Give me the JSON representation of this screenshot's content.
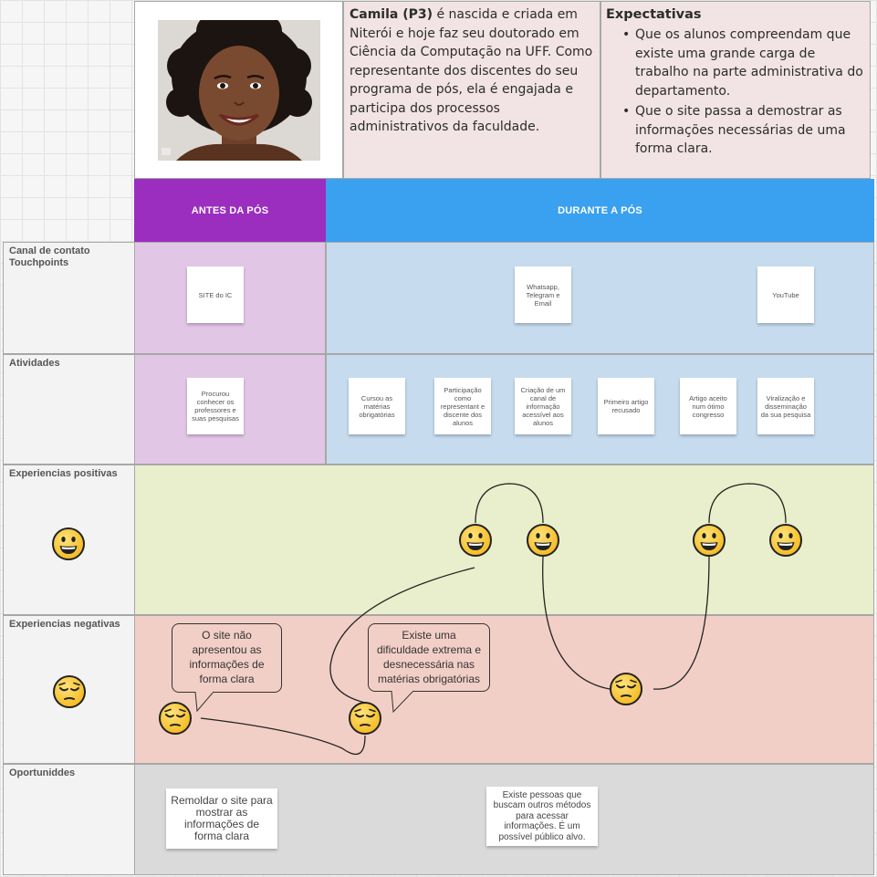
{
  "persona": {
    "name": "Camila (P3)",
    "bio_rest": " é nascida e criada em Niterói e hoje faz seu doutorado em Ciência da Computação na UFF. Como representante dos discentes do seu programa de pós, ela é engajada e participa dos processos administrativos da faculdade.",
    "expectations_title": "Expectativas",
    "expectations": [
      "Que os alunos compreendam que existe uma grande carga de trabalho na parte administrativa do departamento.",
      "Que o site passa a demostrar as informações necessárias de uma forma clara."
    ]
  },
  "phases": {
    "antes": "ANTES DA PÓS",
    "durante": "DURANTE A PÓS"
  },
  "rows": {
    "touchpoints": "Canal de contato Touchpoints",
    "activities": "Atividades",
    "positive": "Experiencias positivas",
    "negative": "Experiencias negativas",
    "opportunities": "Oportuniddes"
  },
  "touchpoints": [
    "SITE do IC",
    "Whatsapp, Telegram e Email",
    "YouTube"
  ],
  "activities": [
    "Procurou conhecer os professores e suas pesquisas",
    "Cursou as matérias obrigatórias",
    "Participação como representant e discente dos alunos",
    "Criação de um canal de informação acessível aos alunos",
    "Primeiro artigo recusado",
    "Artigo aceito num ótimo congresso",
    "Viralização e disseminação da sua pesquisa"
  ],
  "bubbles": [
    "O site não apresentou as informações de forma clara",
    "Existe uma dificuldade extrema e desnecessária nas matérias obrigatórias"
  ],
  "opportunities": [
    "Remoldar o site para mostrar as informações de forma clara",
    "Existe pessoas que buscam outros métodos para acessar informações. É um possível público alvo."
  ],
  "icons": {
    "happy": "happy-face-icon",
    "sad": "pensive-face-icon",
    "bullet": "•"
  },
  "colors": {
    "antes_header": "#9b2ebf",
    "durante_header": "#3aa0f0",
    "antes_light": "#e2c6e6",
    "durante_light": "#c6dcee",
    "positive_row": "#e9efcc",
    "negative_row": "#f2cfc6",
    "opportunity_row": "#dadada"
  }
}
